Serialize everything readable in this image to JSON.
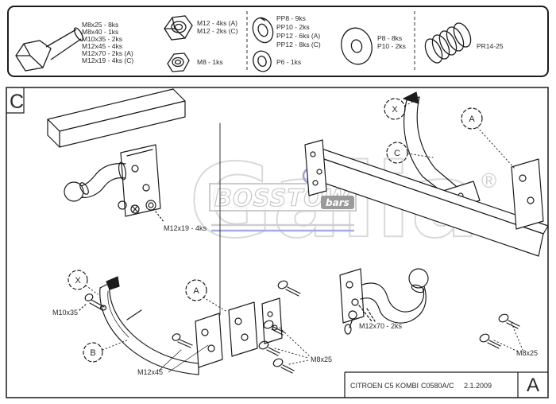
{
  "parts_box": {
    "bolt_sizes": [
      "M8x25 - 8ks",
      "M8x40 - 1ks",
      "M10x35 - 2ks",
      "M12x45 - 4ks",
      "M12x70 - 2ks (A)",
      "M12x19 - 4ks (C)"
    ],
    "nut_m12_lines": [
      "M12 - 4ks (A)",
      "M12 - 2ks (C)"
    ],
    "nut_m8_label": "M8 - 1ks",
    "spring_washer_lines": [
      "PP8 - 9ks",
      "PP10 - 2ks",
      "PP12 - 6ks (A)",
      "PP12 - 8ks (C)"
    ],
    "washer_small_label": "P6 - 1ks",
    "washer_large_lines": [
      "P8 - 8ks",
      "P10 - 2ks"
    ],
    "spring_label": "PR14-25"
  },
  "drawing": {
    "sheet_letter_top": "C",
    "sheet_letter_bottom": "A",
    "markers": {
      "x_upper": "X",
      "a_upper": "A",
      "c_upper": "C",
      "x_lower": "X",
      "b_lower": "B",
      "a_lower": "A"
    },
    "labels": {
      "ball_bolts_variant_c": "M12x19 - 4ks",
      "bracket_bolt": "M10x35",
      "side_plate_bolts": "M12x45",
      "small_bolts_center": "M8x25",
      "ball_bolts_variant_a": "M12x70 - 2ks",
      "small_bolts_right": "M8x25"
    }
  },
  "watermark": {
    "brand": "Galia",
    "brand_reg": "®",
    "overlay_brand": "BOSSTOW",
    "overlay_reg": "®",
    "overlay_tag": "bars"
  },
  "title_block": {
    "vehicle": "CITROEN C5 KOMBI",
    "code": "C0580A/C",
    "date": "2.1.2009"
  },
  "colors": {
    "line": "#1c1c1c",
    "watermark_gray": "#d9d9d9",
    "watermark_blue": "#9aa1d8",
    "chip": "#9a9a9a"
  }
}
